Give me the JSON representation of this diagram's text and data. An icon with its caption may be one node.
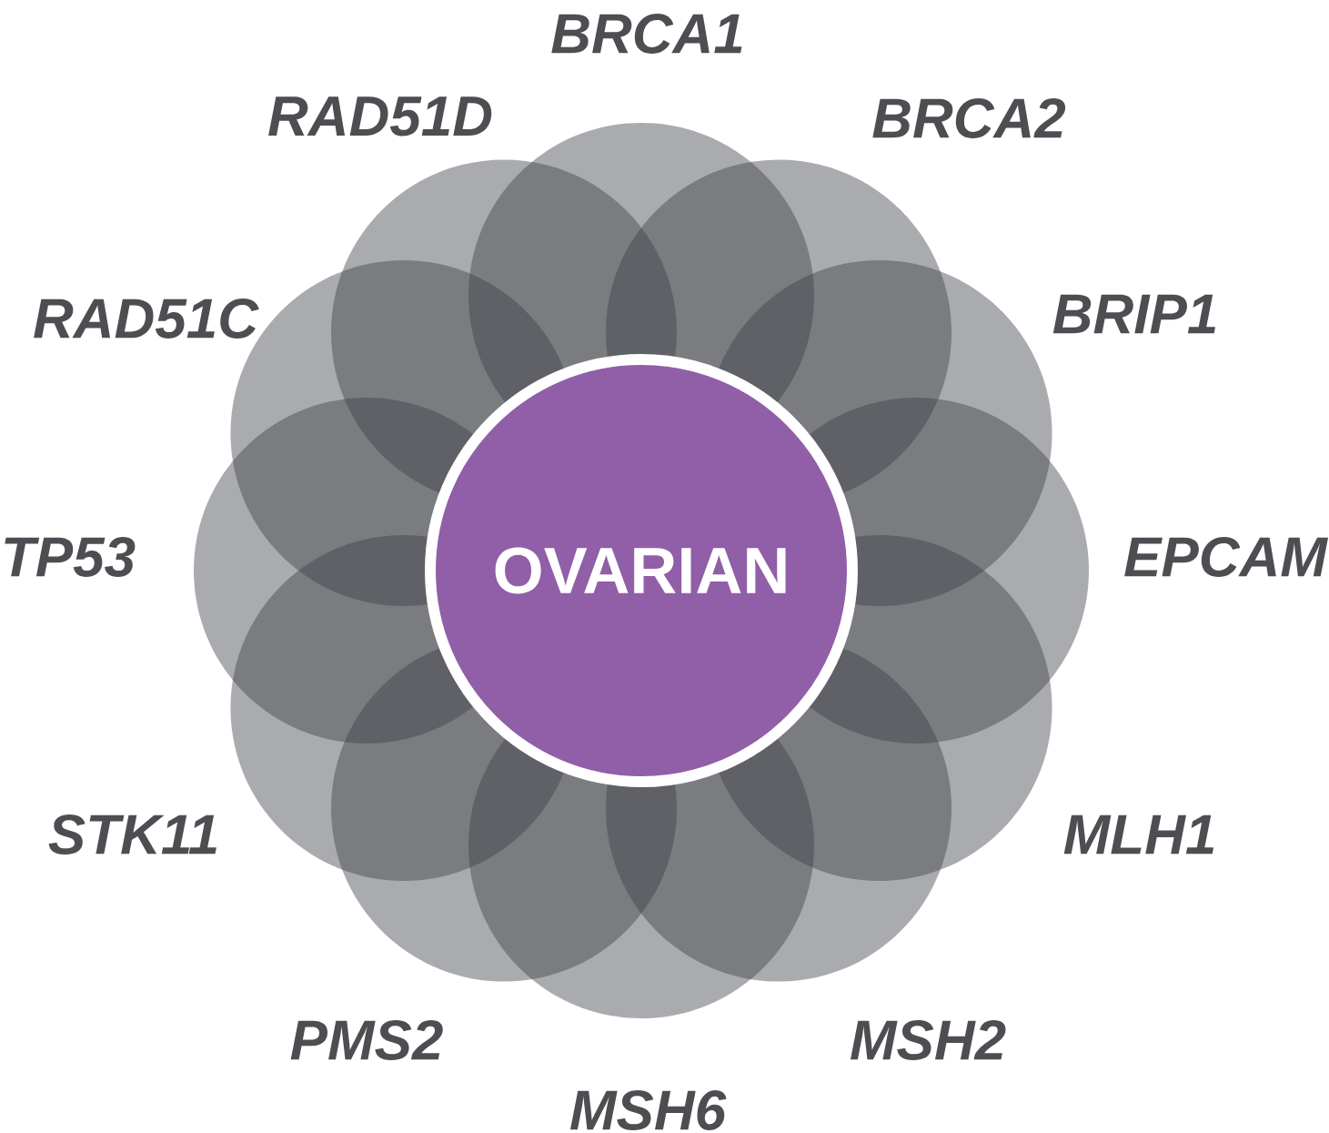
{
  "diagram": {
    "nodes": [
      {
        "text": [
          "OVARIAN"
        ]
      },
      {
        "text": [
          "BRCA1"
        ]
      },
      {
        "text": [
          "BRCA2"
        ]
      },
      {
        "text": [
          "BRIP1"
        ]
      },
      {
        "text": [
          "EPCAM"
        ]
      },
      {
        "text": [
          "MLH1"
        ]
      },
      {
        "text": [
          "MSH2"
        ]
      },
      {
        "text": [
          "MSH6"
        ]
      },
      {
        "text": [
          "PMS2"
        ]
      },
      {
        "text": [
          "STK11"
        ]
      },
      {
        "text": [
          "TP53"
        ]
      },
      {
        "text": [
          "RAD51C"
        ]
      },
      {
        "text": [
          "RAD51D"
        ]
      }
    ]
  }
}
